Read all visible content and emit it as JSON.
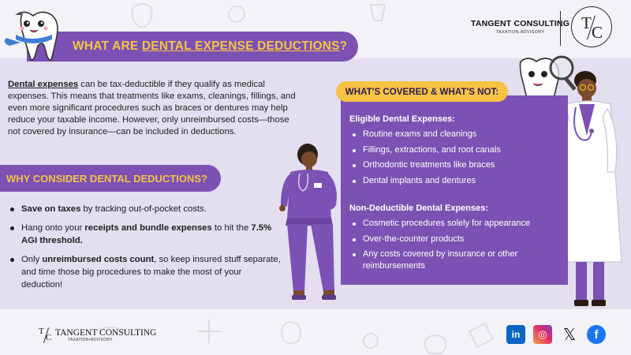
{
  "header": {
    "title_prefix": "WHAT ARE ",
    "title_highlight": "DENTAL EXPENSE DEDUCTIONS",
    "title_suffix": "?"
  },
  "brand": {
    "name": "TANGENT CONSULTING",
    "subtitle": "TAXATION.ADVISORY",
    "logo_t": "T",
    "logo_c": "C",
    "footer_subtitle": "TAXATION•ADVISORY"
  },
  "intro": {
    "lead": "Dental expenses",
    "body": " can be tax-deductible if they qualify as medical expenses. This means that treatments like exams, cleanings, fillings, and even more significant procedures such as braces or dentures may help reduce your taxable income. However, only unreimbursed costs—those not covered by insurance—can be included in deductions."
  },
  "why": {
    "title": "WHY CONSIDER DENTAL DEDUCTIONS?",
    "items": [
      {
        "pre": "",
        "bold": "Save on taxes",
        "post": " by tracking out-of-pocket costs.",
        "bold2": "",
        "post2": ""
      },
      {
        "pre": "Hang onto your ",
        "bold": "receipts and bundle expenses",
        "post": " to hit the ",
        "bold2": "7.5% AGI threshold.",
        "post2": ""
      },
      {
        "pre": "Only ",
        "bold": "unreimbursed costs count",
        "post": ", so keep insured stuff separate, and time those big procedures to make the most of your deduction!",
        "bold2": "",
        "post2": ""
      }
    ]
  },
  "covered": {
    "title": "WHAT'S COVERED & WHAT'S NOT:",
    "eligible_title": "Eligible Dental Expenses:",
    "eligible": [
      "Routine exams and cleanings",
      "Fillings, extractions, and root canals",
      "Orthodontic treatments like braces",
      "Dental implants and dentures"
    ],
    "nondeductible_title": "Non-Deductible Dental Expenses:",
    "nondeductible": [
      "Cosmetic procedures solely for appearance",
      "Over-the-counter products",
      "Any costs covered by insurance or other reimbursements"
    ]
  },
  "socials": {
    "linkedin": "in",
    "instagram": "◎",
    "x": "𝕏",
    "facebook": "f"
  },
  "colors": {
    "purple": "#7b52b3",
    "yellow": "#f6c344",
    "lavender": "#e3def0"
  }
}
